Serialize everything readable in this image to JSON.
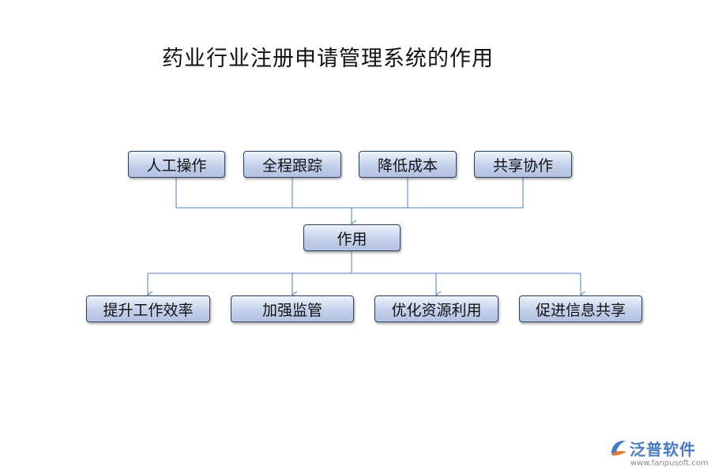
{
  "title": "药业行业注册申请管理系统的作用",
  "top_nodes": [
    {
      "label": "人工操作"
    },
    {
      "label": "全程跟踪"
    },
    {
      "label": "降低成本"
    },
    {
      "label": "共享协作"
    }
  ],
  "center_node": {
    "label": "作用"
  },
  "bottom_nodes": [
    {
      "label": "提升工作效率"
    },
    {
      "label": "加强监管"
    },
    {
      "label": "优化资源利用"
    },
    {
      "label": "促进信息共享"
    }
  ],
  "colors": {
    "connector": "#4f7fb8",
    "node_border": "#2f3f5f",
    "logo": "#4a7bbf",
    "logo_accent": "#e07a2e"
  },
  "logo": {
    "name": "泛普软件",
    "url": "www.fanpusoft.com",
    "icon": "fanpu-logo-icon"
  }
}
